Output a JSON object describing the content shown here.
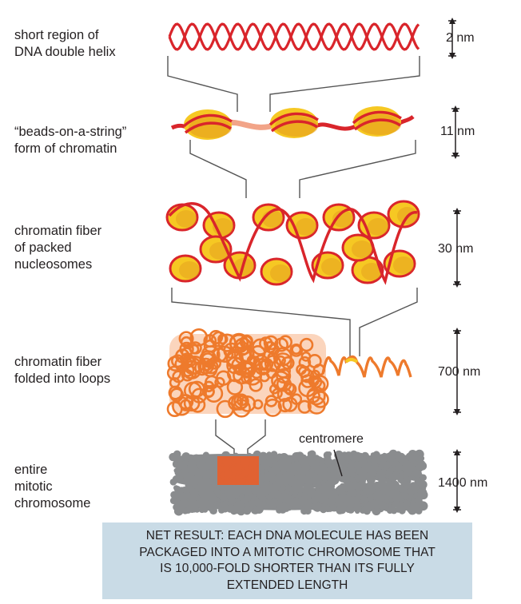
{
  "stages": [
    {
      "id": "dna",
      "label": [
        "short region of",
        "DNA double helix"
      ],
      "size": "2 nm"
    },
    {
      "id": "beads",
      "label": [
        "“beads-on-a-string”",
        "form of chromatin"
      ],
      "size": "11 nm"
    },
    {
      "id": "fiber30",
      "label": [
        "chromatin fiber",
        "of packed",
        "nucleosomes"
      ],
      "size": "30 nm"
    },
    {
      "id": "loops",
      "label": [
        "chromatin fiber",
        "folded into loops"
      ],
      "size": "700 nm"
    },
    {
      "id": "chromosome",
      "label": [
        "entire",
        "mitotic",
        "chromosome"
      ],
      "size": "1400 nm"
    }
  ],
  "centromere_label": "centromere",
  "net_result": [
    "NET RESULT: EACH DNA MOLECULE HAS BEEN",
    "PACKAGED INTO A MITOTIC CHROMOSOME THAT",
    "IS 10,000-FOLD SHORTER THAN ITS FULLY",
    "EXTENDED LENGTH"
  ],
  "colors": {
    "dna": "#d9252b",
    "histone": "#f6c823",
    "histone_dark": "#e39a1e",
    "linker": "#f2a488",
    "loops": "#ee7a2c",
    "chromosome": "#8a8c8e",
    "highlight": "#f05a22",
    "result_box": "#c9dbe6"
  }
}
